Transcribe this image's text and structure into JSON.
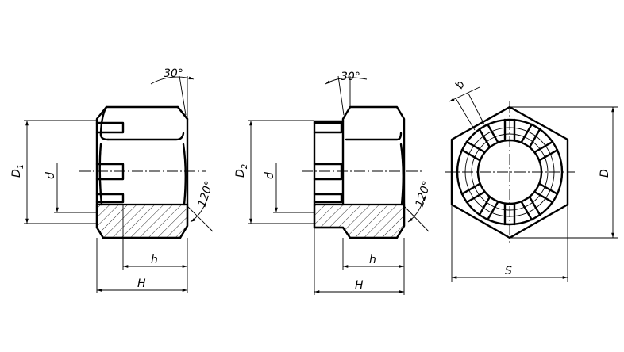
{
  "labels": {
    "view1": {
      "angle_chamfer": "30°",
      "angle_cone": "120°",
      "d1": "D",
      "d1_sub": "1",
      "d": "d",
      "h": "h",
      "H": "H"
    },
    "view2": {
      "angle_chamfer": "30°",
      "angle_cone": "120°",
      "d2": "D",
      "d2_sub": "2",
      "d": "d",
      "h": "h",
      "H": "H"
    },
    "view3": {
      "b": "b",
      "D": "D",
      "S": "S"
    }
  }
}
